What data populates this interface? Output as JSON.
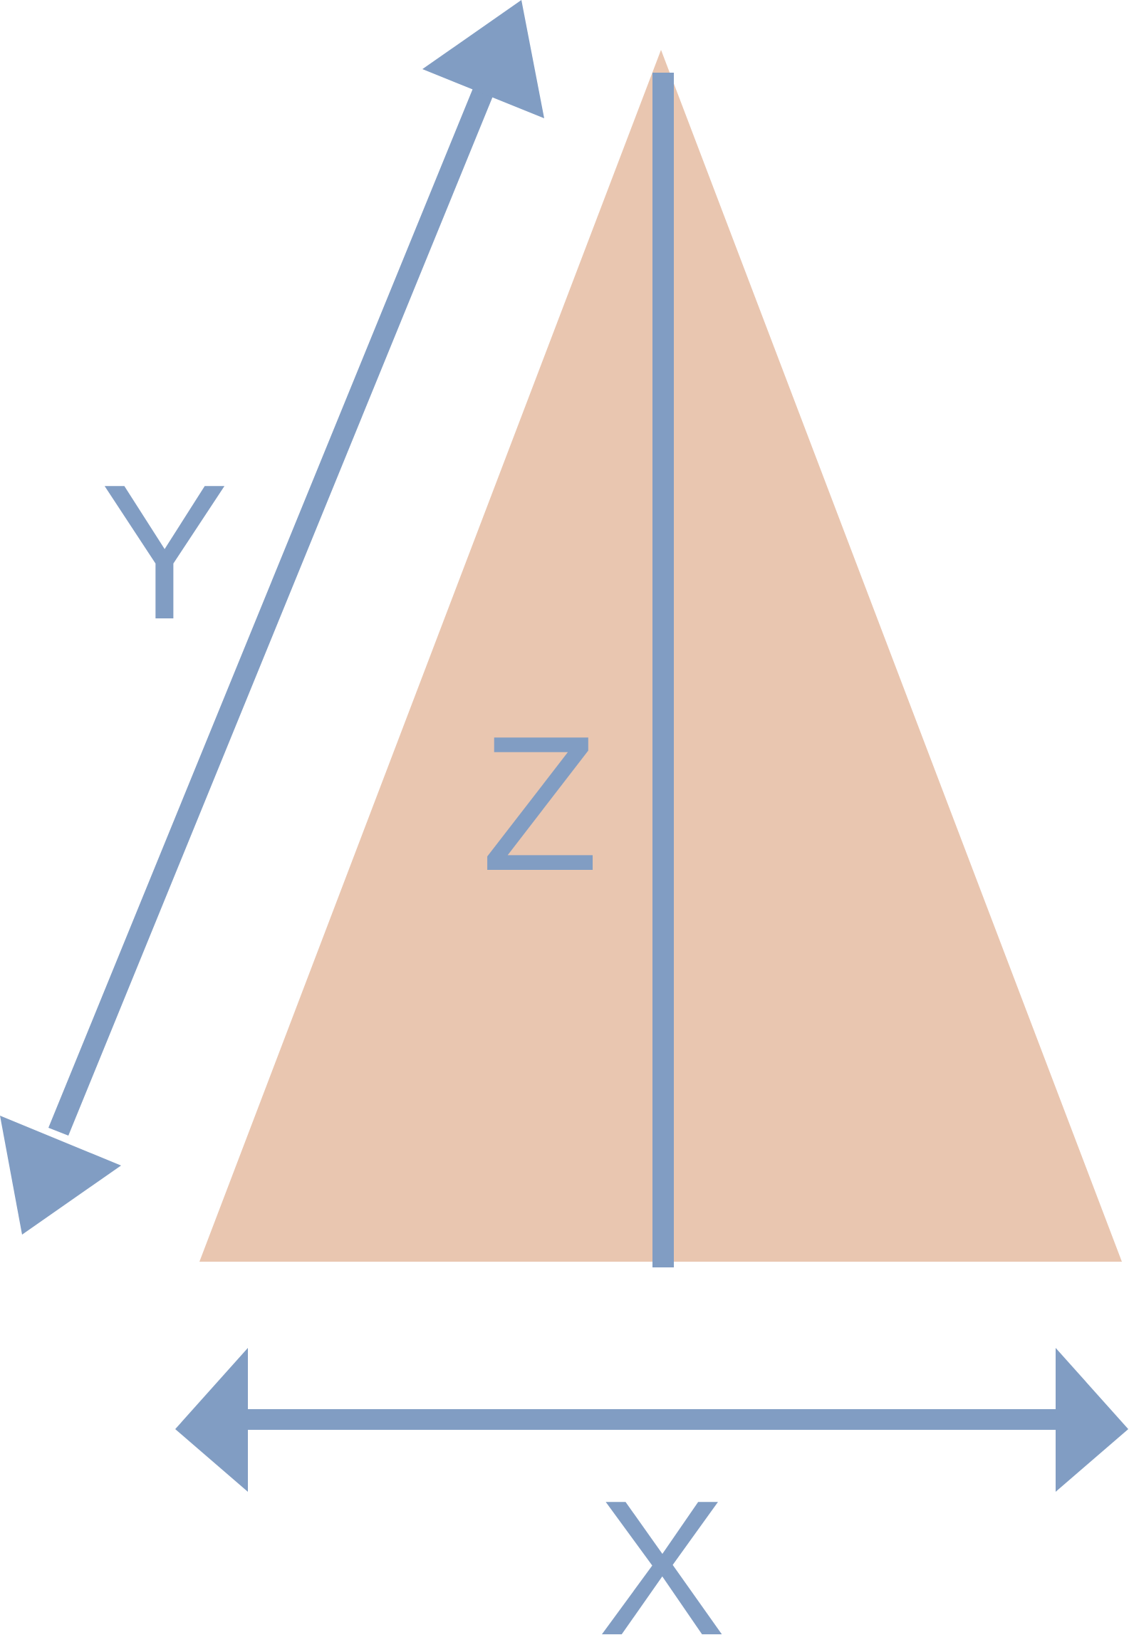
{
  "diagram": {
    "labels": {
      "x": "X",
      "y": "Y",
      "z": "Z"
    },
    "colors": {
      "triangle_fill": "#e9c6b0",
      "arrow": "#819dc3",
      "background": "#ffffff"
    },
    "shapes": {
      "triangle": "isosceles-triangle",
      "x_arrow": "double-headed-arrow",
      "y_arrow": "double-headed-arrow",
      "z_line": "height-line"
    }
  }
}
